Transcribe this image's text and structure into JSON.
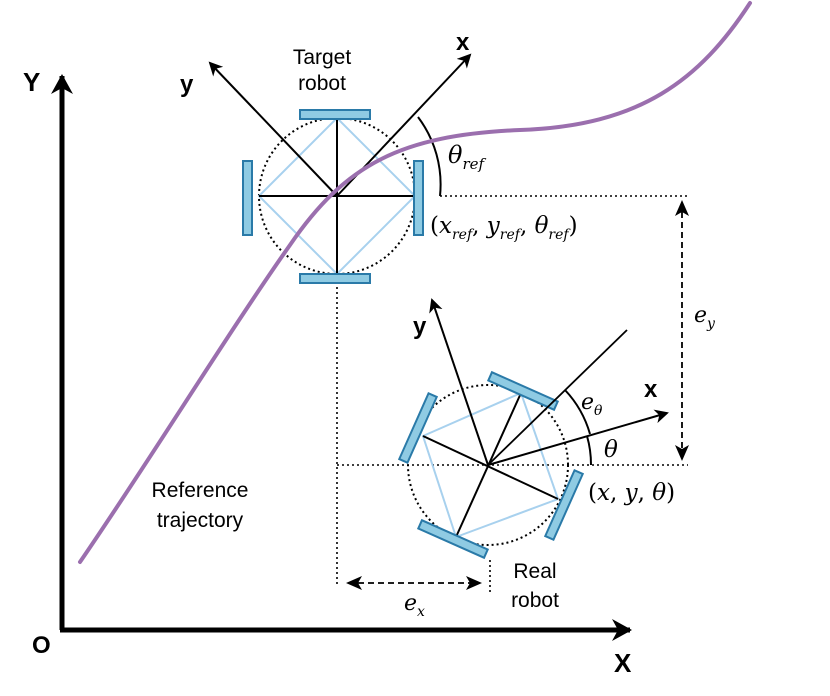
{
  "axes": {
    "y_label": "Y",
    "x_label": "X",
    "origin_label": "O"
  },
  "target_robot": {
    "label_line1": "Target",
    "label_line2": "robot",
    "x_axis_label": "x",
    "y_axis_label": "y",
    "angle_label": "θ_ref",
    "pose_label": "(x_ref, y_ref, θ_ref)"
  },
  "real_robot": {
    "label_line1": "Real",
    "label_line2": "robot",
    "x_axis_label": "x",
    "y_axis_label": "y",
    "angle_label": "θ",
    "heading_error_label": "e_θ",
    "pose_label": "(x, y, θ)"
  },
  "errors": {
    "ex_label": "e_x",
    "ey_label": "e_y"
  },
  "trajectory": {
    "label_line1": "Reference",
    "label_line2": "trajectory"
  },
  "colors": {
    "trajectory": "#9b6fae",
    "wheel_fill": "#8fcbe3",
    "wheel_stroke": "#2a7aa8",
    "chassis_lines": "#a8d1ee",
    "axes": "#000000"
  }
}
